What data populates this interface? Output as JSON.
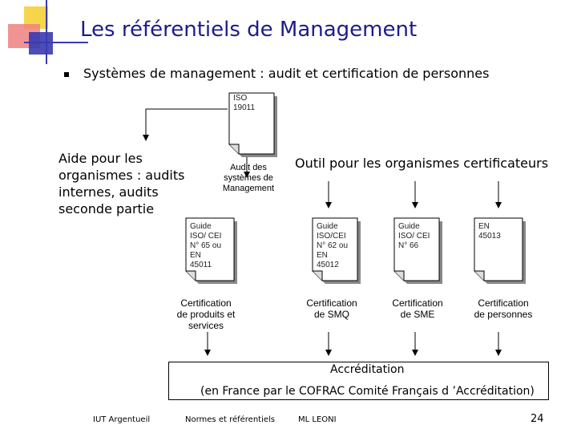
{
  "title": "Les référentiels de Management",
  "subtitle": "Systèmes de management : audit et certification de personnes",
  "docs": {
    "iso19011": "ISO\n19011",
    "guide65": "Guide\nISO/ CEI\nN° 65 ou\nEN\n45011",
    "guide62": "Guide\nISO/CEI\nN° 62 ou\nEN\n45012",
    "guide66": "Guide\nISO/ CEI\nN° 66",
    "en45013": "EN\n45013"
  },
  "labels": {
    "aide": "Aide pour les\norganismes : audits\ninternes, audits\nseconde partie",
    "audit": "Audit des\nsystèmes de\nManagement",
    "outil": "Outil pour les organismes certificateurs",
    "cert_produits": "Certification\nde produits et\nservices",
    "cert_smq": "Certification\nde SMQ",
    "cert_sme": "Certification\nde SME",
    "cert_personnes": "Certification\nde personnes"
  },
  "accreditation": {
    "title": "Accréditation",
    "detail": "(en France par le COFRAC Comité Français d ’Accréditation)"
  },
  "footer": {
    "left": "IUT Argentueil",
    "center": "Normes et référentiels",
    "author": "ML LEONI",
    "page": "24"
  },
  "colors": {
    "title": "#1c1c8c",
    "deco_yellow": "#f5d54a",
    "deco_pink": "#f08080",
    "deco_blue": "#3a3ab0"
  }
}
